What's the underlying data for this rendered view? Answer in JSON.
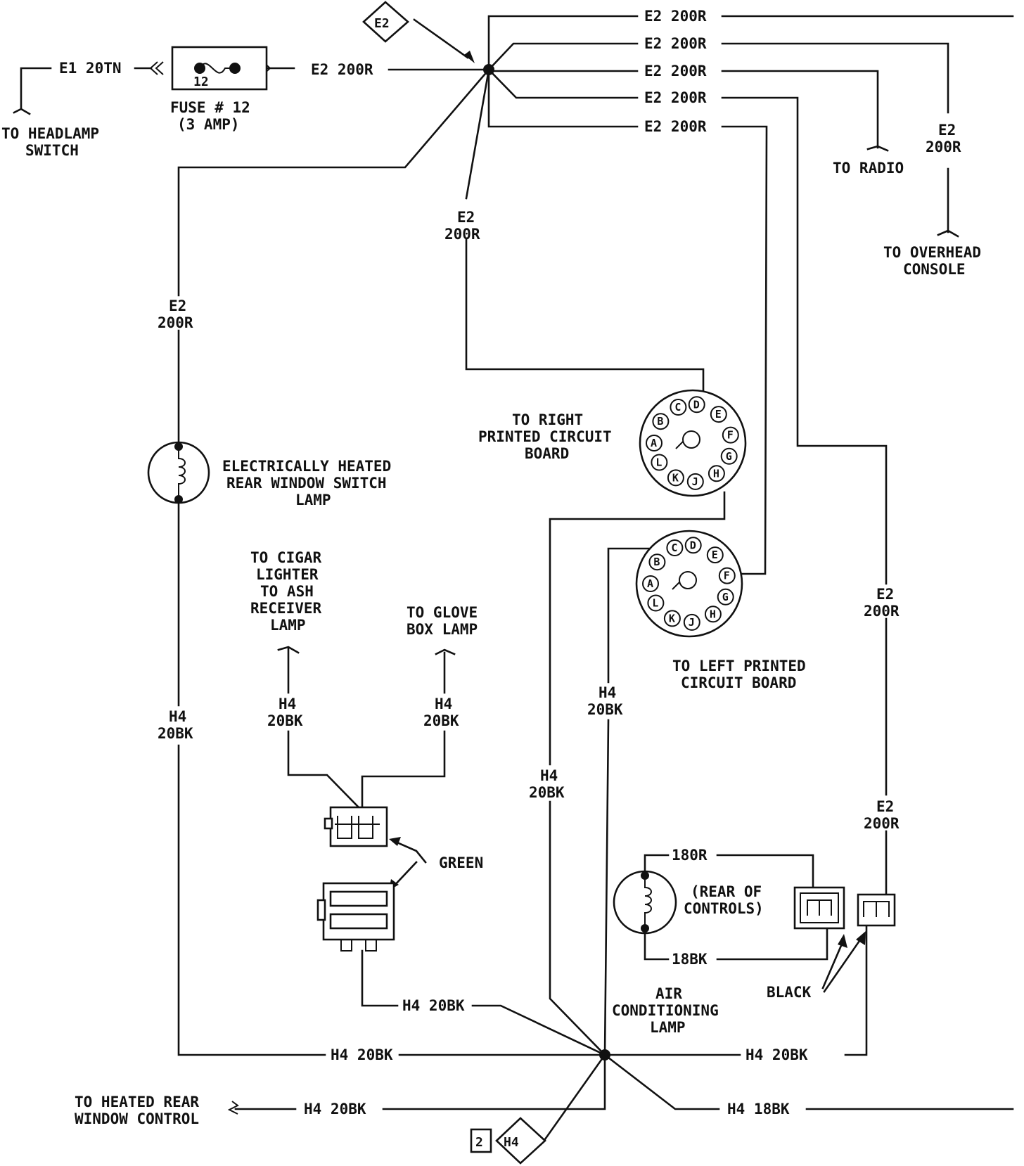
{
  "labels": {
    "e1_20tn": "E1 20TN",
    "e2_200r": "E2 200R",
    "e2": "E2",
    "200r": "200R",
    "h4": "H4",
    "20bk": "20BK",
    "h4_20bk": "H4 20BK",
    "h4_18bk": "H4 18BK",
    "r180": "180R",
    "bk18": "18BK",
    "fuse_line1": "FUSE # 12",
    "fuse_line2": "(3 AMP)",
    "fuse_num": "12",
    "headlamp_1": "TO HEADLAMP",
    "headlamp_2": "SWITCH",
    "radio": "TO RADIO",
    "overhead_1": "TO OVERHEAD",
    "overhead_2": "CONSOLE",
    "right_pcb_1": "TO RIGHT",
    "right_pcb_2": "PRINTED CIRCUIT",
    "right_pcb_3": "BOARD",
    "left_pcb_1": "TO LEFT PRINTED",
    "left_pcb_2": "CIRCUIT BOARD",
    "heated_lamp_1": "ELECTRICALLY HEATED",
    "heated_lamp_2": "REAR WINDOW SWITCH",
    "heated_lamp_3": "LAMP",
    "cigar_1": "TO CIGAR",
    "cigar_2": "LIGHTER",
    "cigar_3": "TO ASH",
    "cigar_4": "RECEIVER",
    "cigar_5": "LAMP",
    "glove_1": "TO GLOVE",
    "glove_2": "BOX LAMP",
    "green": "GREEN",
    "rear_controls_1": "(REAR OF",
    "rear_controls_2": "CONTROLS)",
    "black": "BLACK",
    "ac_1": "AIR",
    "ac_2": "CONDITIONING",
    "ac_3": "LAMP",
    "heated_ctrl_1": "TO HEATED REAR",
    "heated_ctrl_2": "WINDOW CONTROL",
    "splice_e2": "E2",
    "splice_h4": "H4",
    "splice_h4_num": "2"
  },
  "pins": [
    "A",
    "B",
    "C",
    "D",
    "E",
    "F",
    "G",
    "H",
    "J",
    "K",
    "L"
  ]
}
